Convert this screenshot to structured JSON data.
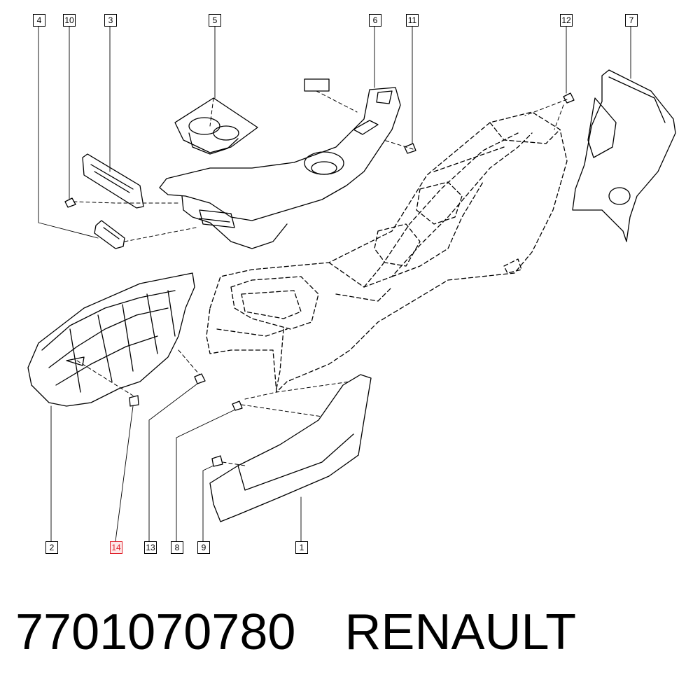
{
  "diagram": {
    "callouts": [
      {
        "id": "4",
        "label": "4"
      },
      {
        "id": "10",
        "label": "10"
      },
      {
        "id": "3",
        "label": "3"
      },
      {
        "id": "5",
        "label": "5"
      },
      {
        "id": "6",
        "label": "6"
      },
      {
        "id": "11",
        "label": "11"
      },
      {
        "id": "12",
        "label": "12"
      },
      {
        "id": "7",
        "label": "7"
      },
      {
        "id": "2",
        "label": "2"
      },
      {
        "id": "14",
        "label": "14",
        "highlighted": true
      },
      {
        "id": "13",
        "label": "13"
      },
      {
        "id": "8",
        "label": "8"
      },
      {
        "id": "9",
        "label": "9"
      },
      {
        "id": "1",
        "label": "1"
      }
    ],
    "highlight_color": "#e0202a"
  },
  "footer": {
    "part_number": "7701070780",
    "brand": "RENAULT"
  }
}
